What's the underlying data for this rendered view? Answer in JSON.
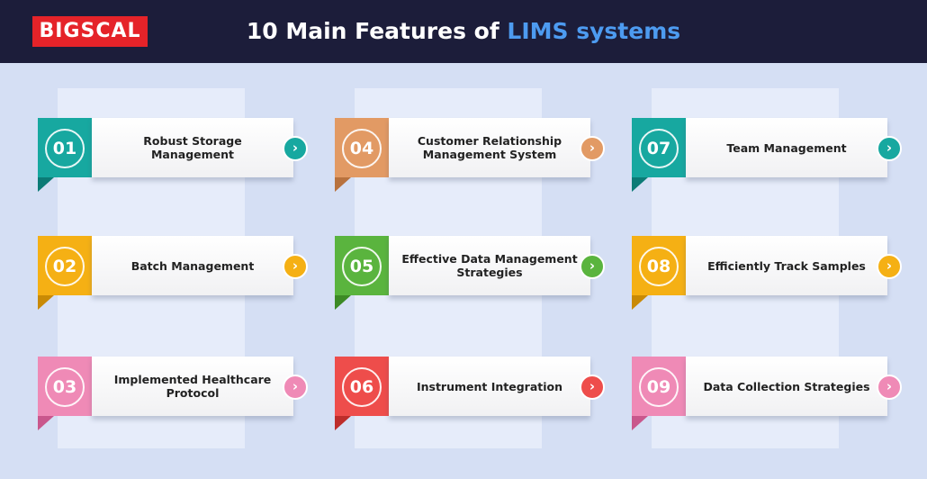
{
  "header": {
    "logo_text": "BIGSCAL",
    "title_prefix": "10 Main Features of ",
    "title_highlight": "LIMS systems"
  },
  "colors": {
    "header_bg": "#1c1d3a",
    "logo_bg": "#e52329",
    "title_highlight": "#4d9bf0",
    "background": "#d5dff4"
  },
  "features": [
    {
      "number": "01",
      "label": "Robust Storage Management",
      "color": "#17a8a0",
      "dark": "#0c7b76",
      "arrow_icon": "chevron-right-icon"
    },
    {
      "number": "02",
      "label": "Batch Management",
      "color": "#f5b014",
      "dark": "#c98a05",
      "arrow_icon": "chevron-right-icon"
    },
    {
      "number": "03",
      "label": "Implemented Healthcare Protocol",
      "color": "#ef8ab6",
      "dark": "#c9578c",
      "arrow_icon": "chevron-right-icon"
    },
    {
      "number": "04",
      "label": "Customer Relationship Management System",
      "color": "#e29a64",
      "dark": "#b8723e",
      "arrow_icon": "chevron-right-icon"
    },
    {
      "number": "05",
      "label": "Effective Data Management Strategies",
      "color": "#5ab43e",
      "dark": "#3c8a25",
      "arrow_icon": "chevron-right-icon"
    },
    {
      "number": "06",
      "label": "Instrument Integration",
      "color": "#ee4d4b",
      "dark": "#bd2d2b",
      "arrow_icon": "chevron-right-icon"
    },
    {
      "number": "07",
      "label": "Team Management",
      "color": "#17a8a0",
      "dark": "#0c7b76",
      "arrow_icon": "chevron-right-icon"
    },
    {
      "number": "08",
      "label": "Efficiently Track Samples",
      "color": "#f5b014",
      "dark": "#c98a05",
      "arrow_icon": "chevron-right-icon"
    },
    {
      "number": "09",
      "label": "Data Collection Strategies",
      "color": "#ef8ab6",
      "dark": "#c9578c",
      "arrow_icon": "chevron-right-icon"
    }
  ]
}
